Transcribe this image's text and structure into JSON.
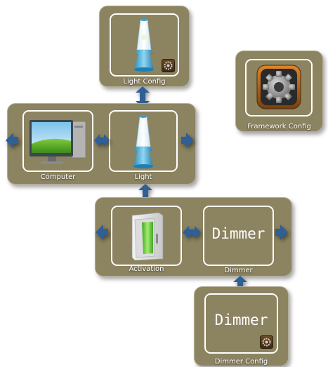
{
  "nodes": {
    "light_config": {
      "label": "Light Config"
    },
    "framework_config": {
      "label": "Framework Config"
    },
    "computer": {
      "label": "Computer"
    },
    "light": {
      "label": "Light"
    },
    "activation": {
      "label": "Activation"
    },
    "dimmer": {
      "label": "Dimmer",
      "display_text": "Dimmer"
    },
    "dimmer_config": {
      "label": "Dimmer Config",
      "display_text": "Dimmer"
    }
  },
  "colors": {
    "panel": "#8c8361",
    "arrow": "#2f5f94",
    "tile_border": "#ffffff"
  },
  "icons": {
    "light_config": "lava-lamp-icon",
    "framework_config": "gear-icon",
    "computer": "monitor-icon",
    "light": "lava-lamp-icon",
    "activation": "fridge-icon"
  }
}
